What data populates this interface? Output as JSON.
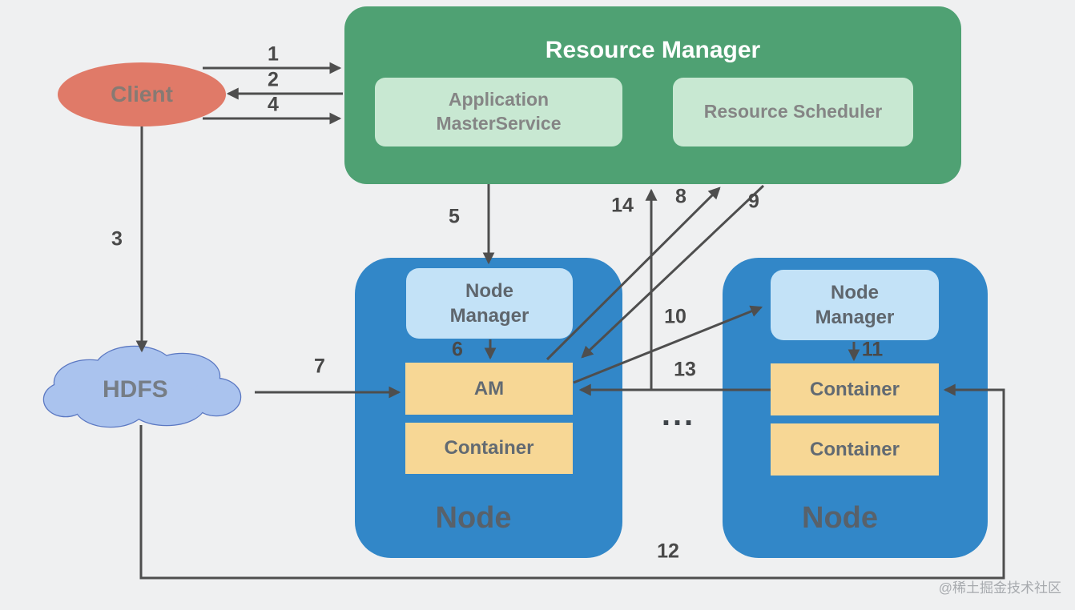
{
  "colors": {
    "background": "#eff0f1",
    "resource_manager_fill": "#4fa173",
    "service_box_fill": "#c8e8d2",
    "node_fill": "#3287c8",
    "node_manager_fill": "#c3e2f7",
    "container_fill": "#f7d795",
    "client_fill": "#e07a68",
    "hdfs_fill": "#aac3ee",
    "hdfs_stroke": "#5b78c2",
    "arrow": "#4e4e4e"
  },
  "resource_manager": {
    "title": "Resource Manager",
    "services": [
      {
        "label": "Application MasterService"
      },
      {
        "label": "Resource Scheduler"
      }
    ]
  },
  "client": {
    "label": "Client"
  },
  "hdfs": {
    "label": "HDFS"
  },
  "nodes": [
    {
      "label": "Node",
      "node_manager": "Node Manager",
      "boxes": [
        "AM",
        "Container"
      ]
    },
    {
      "label": "Node",
      "node_manager": "Node Manager",
      "boxes": [
        "Container",
        "Container"
      ]
    }
  ],
  "ellipsis": "...",
  "steps": [
    "1",
    "2",
    "3",
    "4",
    "5",
    "6",
    "7",
    "8",
    "9",
    "10",
    "11",
    "12",
    "13",
    "14"
  ],
  "watermark": "@稀土掘金技术社区"
}
